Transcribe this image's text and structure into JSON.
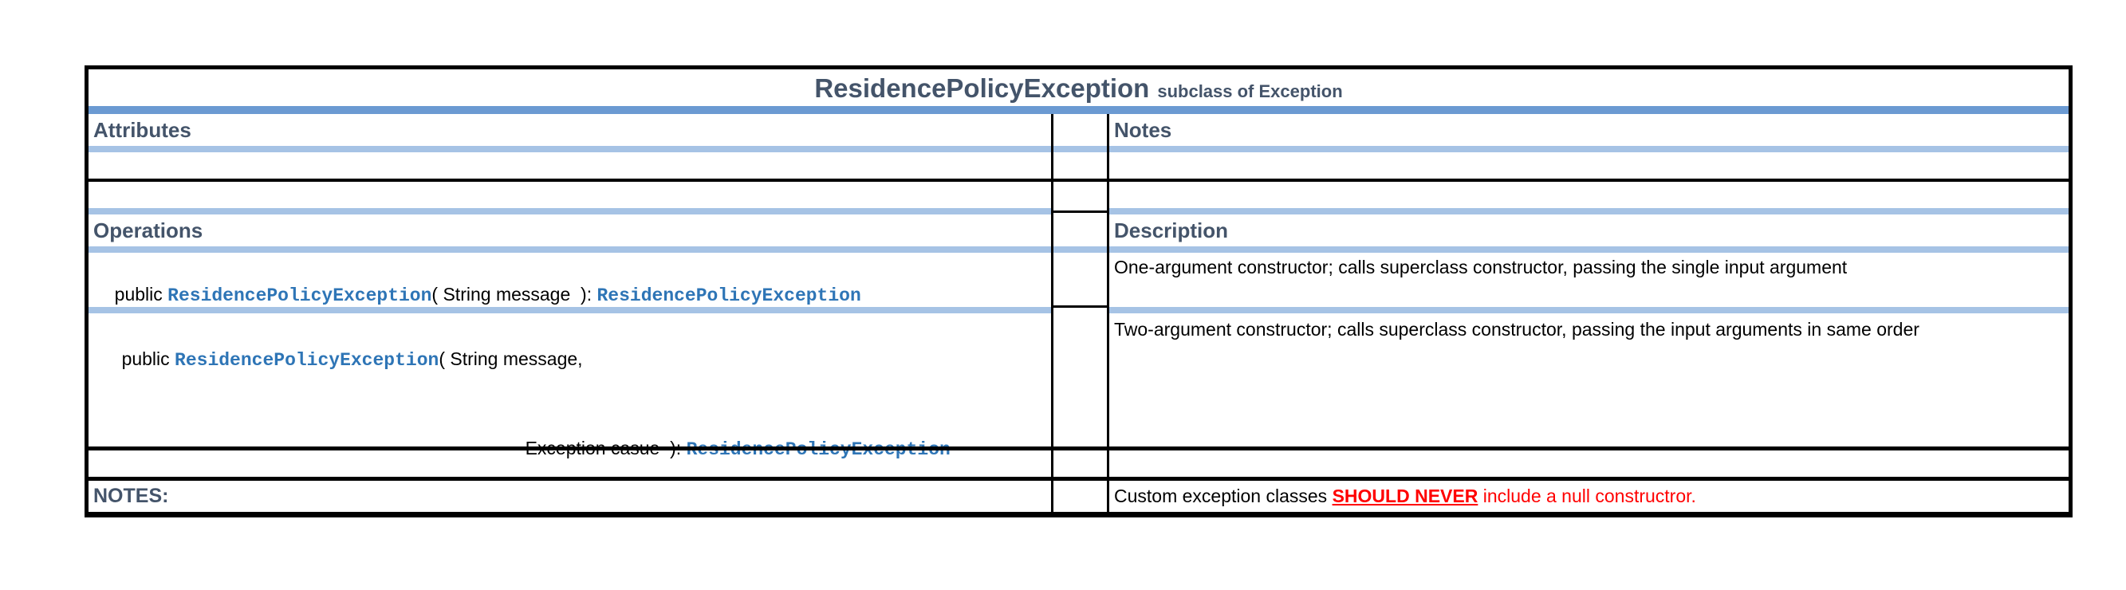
{
  "colors": {
    "outer_border": "#000000",
    "band_dark_blue": "#6B9AD2",
    "band_light_blue": "#A6C3E5",
    "header_text": "#44546A",
    "type_name_blue": "#2E75B6",
    "warning_red": "#FF0000",
    "body_text": "#000000",
    "background": "#FFFFFF"
  },
  "table": {
    "title": {
      "main": "ResidencePolicyException",
      "sub": "subclass of Exception"
    },
    "attributes_header": "Attributes",
    "notes_header": "Notes",
    "operations_header": "Operations",
    "description_header": "Description",
    "operations": [
      {
        "line1": [
          {
            "t": "public "
          },
          {
            "t": "ResidencePolicyException"
          },
          {
            "t": "( String message  ): "
          },
          {
            "t": "ResidencePolicyException"
          }
        ],
        "description": "One-argument constructor; calls superclass constructor, passing the single input argument"
      },
      {
        "line1": [
          {
            "t": "public "
          },
          {
            "t": "ResidencePolicyException"
          },
          {
            "t": "( String message,"
          }
        ],
        "line2": [
          {
            "t": "Exception casue  ): "
          },
          {
            "t": "ResidencePolicyException"
          }
        ],
        "description": "Two-argument constructor; calls superclass constructor, passing the input arguments in same order"
      }
    ],
    "footer": {
      "label": "NOTES:",
      "note_prefix": "Custom exception classes ",
      "note_emphasis": "SHOULD NEVER",
      "note_suffix": " include a null constructror."
    }
  }
}
